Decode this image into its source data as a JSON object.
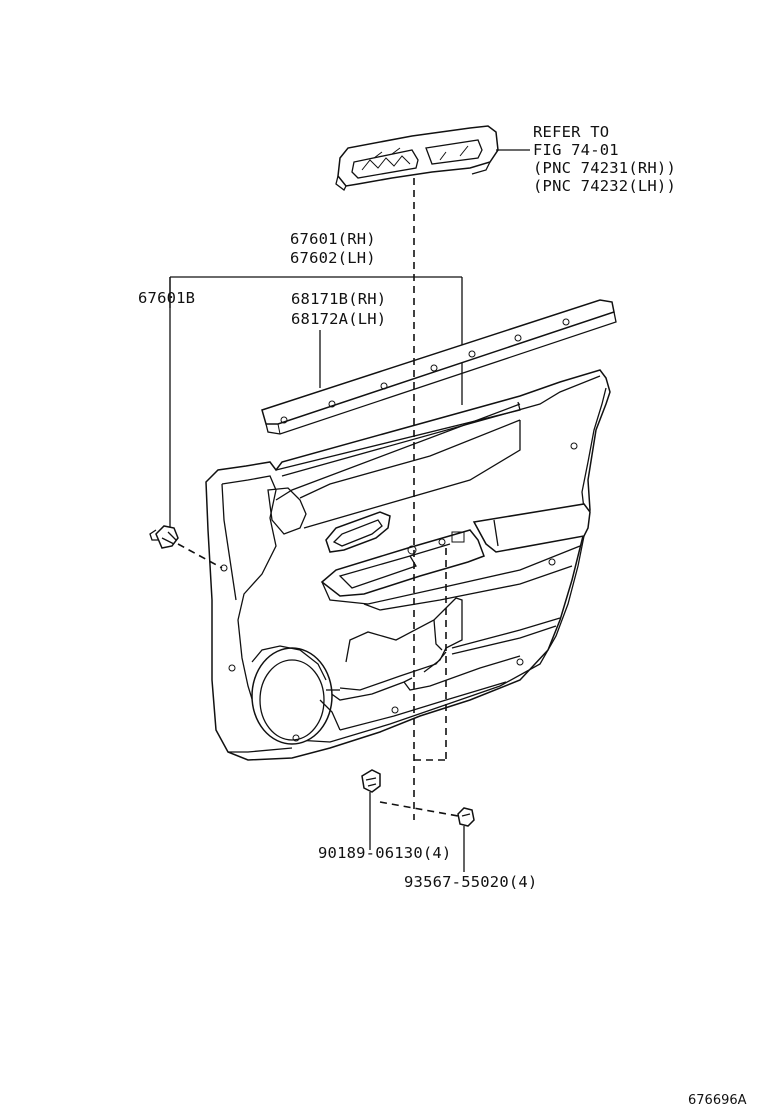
{
  "labels": {
    "refer_line1": "REFER TO",
    "refer_line2": "FIG 74-01",
    "refer_line3": "(PNC 74231(RH))",
    "refer_line4": "(PNC 74232(LH))",
    "panel_rh": "67601(RH)",
    "panel_lh": "67602(LH)",
    "panel_b": "67601B",
    "weather_rh": "68171B(RH)",
    "weather_lh": "68172A(LH)",
    "clip_part": "90189-06130(4)",
    "screw_part": "93567-55020(4)",
    "diagram_id": "676696A"
  }
}
